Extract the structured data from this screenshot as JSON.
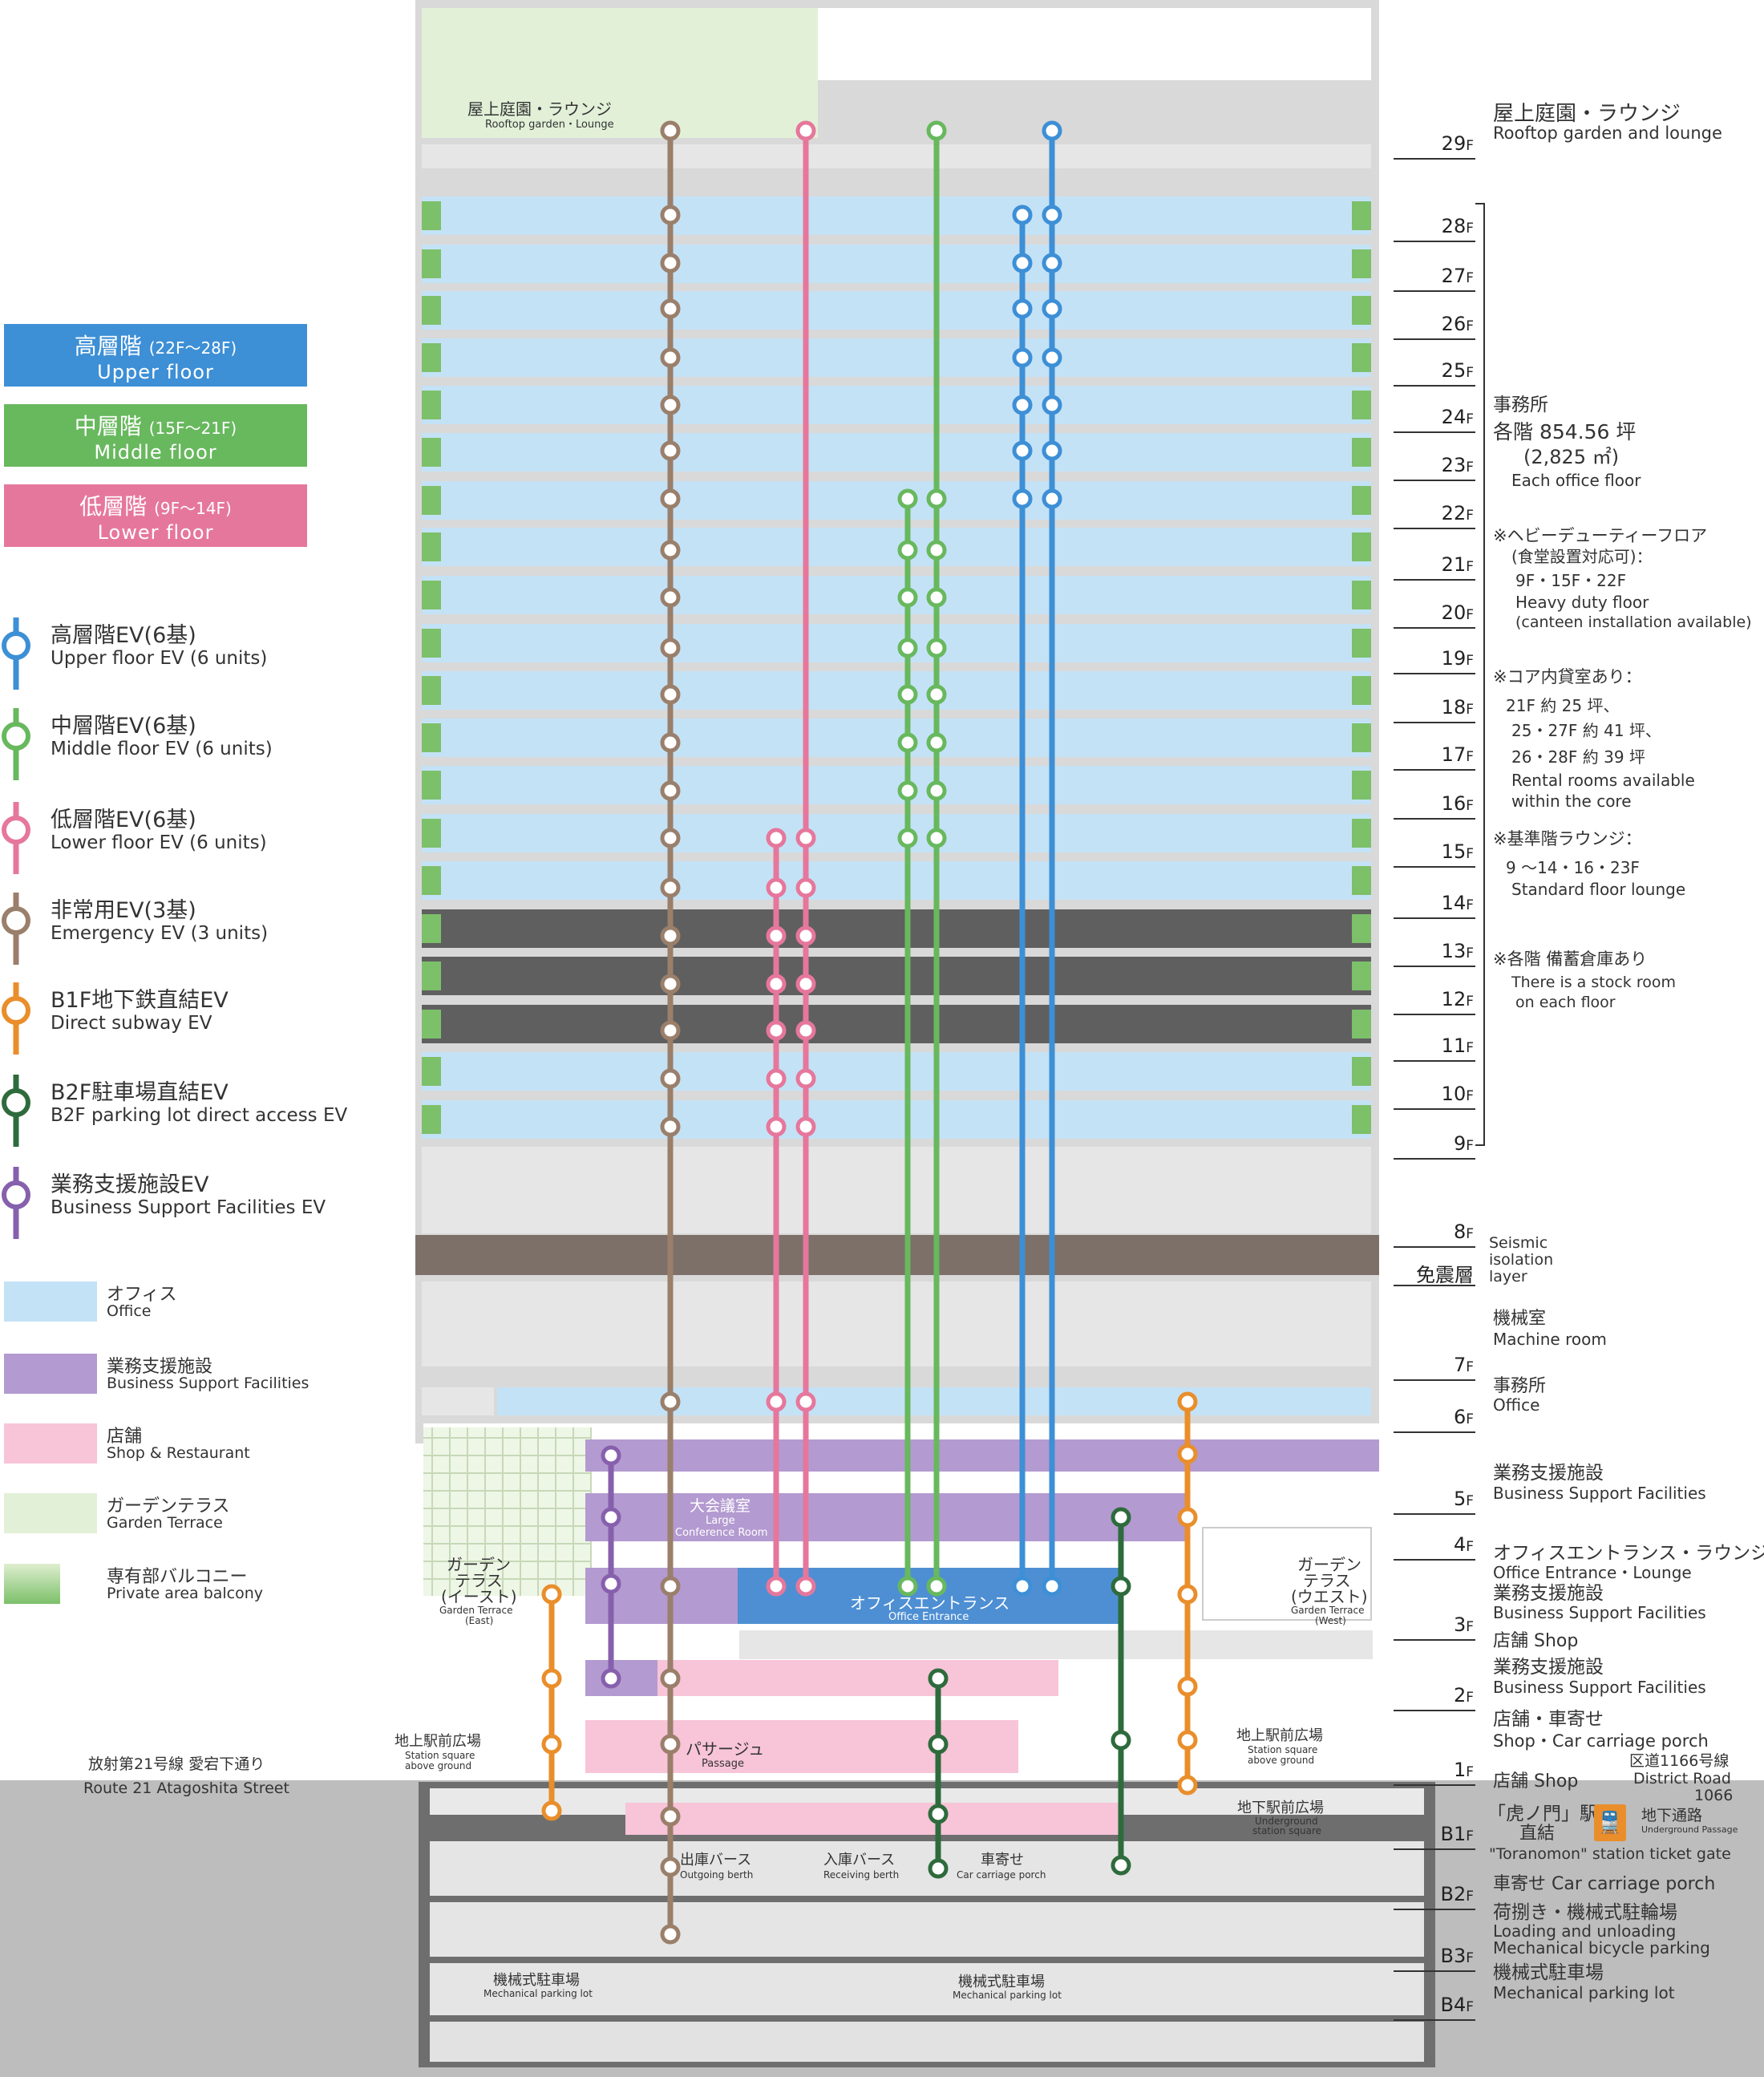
{
  "legend": {
    "zones": [
      {
        "jp": "高層階",
        "range": "(22F〜28F)",
        "en": "Upper floor",
        "color": "#3d8fd6"
      },
      {
        "jp": "中層階",
        "range": "(15F〜21F)",
        "en": "Middle floor",
        "color": "#68b85e"
      },
      {
        "jp": "低層階",
        "range": "(9F〜14F)",
        "en": "Lower floor",
        "color": "#e6779c"
      }
    ],
    "elevators": [
      {
        "jp": "高層階EV(6基)",
        "en": "Upper floor EV (6 units)",
        "color": "#3d8fd6"
      },
      {
        "jp": "中層階EV(6基)",
        "en": "Middle floor EV (6 units)",
        "color": "#68b85e"
      },
      {
        "jp": "低層階EV(6基)",
        "en": "Lower floor EV (6 units)",
        "color": "#e6779c"
      },
      {
        "jp": "非常用EV(3基)",
        "en": "Emergency EV (3 units)",
        "color": "#9a7f6b"
      },
      {
        "jp": "B1F地下鉄直結EV",
        "en": "Direct subway EV",
        "color": "#e98e2b"
      },
      {
        "jp": "B2F駐車場直結EV",
        "en": "B2F parking lot direct access EV",
        "color": "#2e6b3c"
      },
      {
        "jp": "業務支援施設EV",
        "en": "Business Support Facilities EV",
        "color": "#8660ad"
      }
    ],
    "areas": [
      {
        "jp": "オフィス",
        "en": "Office",
        "color": "#c4e2f6"
      },
      {
        "jp": "業務支援施設",
        "en": "Business Support Facilities",
        "color": "#b39ad0"
      },
      {
        "jp": "店舗",
        "en": "Shop & Restaurant",
        "color": "#f7c4d8"
      },
      {
        "jp": "ガーデンテラス",
        "en": "Garden Terrace",
        "color": "#e2f0d8"
      },
      {
        "jp": "専有部バルコニー",
        "en": "Private area balcony",
        "color": "#7cc06a"
      }
    ]
  },
  "floors": [
    {
      "name": "29F",
      "num": "29",
      "suffix": "F"
    },
    {
      "name": "28F",
      "num": "28",
      "suffix": "F"
    },
    {
      "name": "27F",
      "num": "27",
      "suffix": "F"
    },
    {
      "name": "26F",
      "num": "26",
      "suffix": "F"
    },
    {
      "name": "25F",
      "num": "25",
      "suffix": "F"
    },
    {
      "name": "24F",
      "num": "24",
      "suffix": "F"
    },
    {
      "name": "23F",
      "num": "23",
      "suffix": "F"
    },
    {
      "name": "22F",
      "num": "22",
      "suffix": "F"
    },
    {
      "name": "21F",
      "num": "21",
      "suffix": "F"
    },
    {
      "name": "20F",
      "num": "20",
      "suffix": "F"
    },
    {
      "name": "19F",
      "num": "19",
      "suffix": "F"
    },
    {
      "name": "18F",
      "num": "18",
      "suffix": "F"
    },
    {
      "name": "17F",
      "num": "17",
      "suffix": "F"
    },
    {
      "name": "16F",
      "num": "16",
      "suffix": "F"
    },
    {
      "name": "15F",
      "num": "15",
      "suffix": "F"
    },
    {
      "name": "14F",
      "num": "14",
      "suffix": "F"
    },
    {
      "name": "13F",
      "num": "13",
      "suffix": "F"
    },
    {
      "name": "12F",
      "num": "12",
      "suffix": "F"
    },
    {
      "name": "11F",
      "num": "11",
      "suffix": "F"
    },
    {
      "name": "10F",
      "num": "10",
      "suffix": "F"
    },
    {
      "name": "9F",
      "num": "9",
      "suffix": "F"
    },
    {
      "name": "8F",
      "num": "8",
      "suffix": "F"
    },
    {
      "name": "免震層",
      "num": "免震層",
      "suffix": ""
    },
    {
      "name": "7F",
      "num": "7",
      "suffix": "F"
    },
    {
      "name": "6F",
      "num": "6",
      "suffix": "F"
    },
    {
      "name": "5F",
      "num": "5",
      "suffix": "F"
    },
    {
      "name": "4F",
      "num": "4",
      "suffix": "F"
    },
    {
      "name": "3F",
      "num": "3",
      "suffix": "F"
    },
    {
      "name": "2F",
      "num": "2",
      "suffix": "F"
    },
    {
      "name": "1F",
      "num": "1",
      "suffix": "F"
    },
    {
      "name": "B1F",
      "num": "B1",
      "suffix": "F"
    },
    {
      "name": "B2F",
      "num": "B2",
      "suffix": "F"
    },
    {
      "name": "B3F",
      "num": "B3",
      "suffix": "F"
    },
    {
      "name": "B4F",
      "num": "B4",
      "suffix": "F"
    }
  ],
  "notes": {
    "f29_jp": "屋上庭園・ラウンジ",
    "f29_en": "Rooftop garden and lounge",
    "office_jp": "事務所",
    "office_area": "各階 854.56 坪",
    "office_m2": "(2,825 ㎡)",
    "office_en": "Each office floor",
    "heavy_1": "※ヘビーデューティーフロア",
    "heavy_2": "(食堂設置対応可)：",
    "heavy_3": "9F・15F・22F",
    "heavy_4": "Heavy duty floor",
    "heavy_5": "(canteen installation available)",
    "core_1": "※コア内貸室あり：",
    "core_2": "21F 約 25 坪、",
    "core_3": "25・27F 約 41 坪、",
    "core_4": "26・28F 約 39 坪",
    "core_5": "Rental rooms available",
    "core_6": "within the core",
    "lounge_1": "※基準階ラウンジ：",
    "lounge_2": "9 〜14・16・23F",
    "lounge_3": "Standard floor lounge",
    "stock_1": "※各階 備蓄倉庫あり",
    "stock_2": "There is a stock room",
    "stock_3": "on each floor",
    "seismic_1": "Seismic",
    "seismic_2": "isolation",
    "seismic_3": "layer",
    "machine_jp": "機械室",
    "machine_en": "Machine room",
    "f6_jp": "事務所",
    "f6_en": "Office",
    "f5_jp": "業務支援施設",
    "f5_en": "Business Support Facilities",
    "f4_jp": "オフィスエントランス・ラウンジ",
    "f4_en": "Office Entrance・Lounge",
    "f3_jp": "業務支援施設",
    "f3_en": "Business Support Facilities",
    "f3b": "店舗 Shop",
    "f2_jp": "業務支援施設",
    "f2_en": "Business Support Facilities",
    "f1_jp": "店舗・車寄せ",
    "f1_en": "Shop・Car carriage porch",
    "b1_shop": "店舗 Shop",
    "b1_station": "「虎ノ門」駅",
    "b1_direct": "直結",
    "b1_passage_jp": "地下通路",
    "b1_passage_en": "Underground Passage",
    "b1_gate": "\"Toranomon\" station ticket gate",
    "b2": "車寄せ Car carriage porch",
    "b3_jp": "荷捌き・機械式駐輪場",
    "b3_en1": "Loading and unloading",
    "b3_en2": "Mechanical bicycle parking",
    "b4_jp": "機械式駐車場",
    "b4_en": "Mechanical parking lot",
    "road_jp": "区道1166号線",
    "road_en1": "District Road",
    "road_en2": "1066",
    "street_jp": "放射第21号線 愛宕下通り",
    "street_en": "Route 21 Atagoshita Street"
  },
  "labels": {
    "rooftop_jp": "屋上庭園・ラウンジ",
    "rooftop_en": "Rooftop garden・Lounge",
    "conf_jp": "大会議室",
    "conf_en1": "Large",
    "conf_en2": "Conference Room",
    "entrance_jp": "オフィスエントランス",
    "entrance_en": "Office Entrance",
    "ge_jp1": "ガーデン",
    "ge_jp2": "テラス",
    "ge_jp3": "(イースト)",
    "ge_en1": "Garden Terrace",
    "ge_en2": "(East)",
    "gw_jp1": "ガーデン",
    "gw_jp2": "テラス",
    "gw_jp3": "(ウエスト)",
    "gw_en1": "Garden Terrace",
    "gw_en2": "(West)",
    "passage_jp": "パサージュ",
    "passage_en": "Passage",
    "sq_jp": "地上駅前広場",
    "sq_en1": "Station square",
    "sq_en2": "above ground",
    "usq_jp": "地下駅前広場",
    "usq_en1": "Underground",
    "usq_en2": "station square",
    "out_jp": "出庫バース",
    "out_en": "Outgoing berth",
    "recv_jp": "入庫バース",
    "recv_en": "Receiving berth",
    "porch_jp": "車寄せ",
    "porch_en": "Car carriage porch",
    "mp_jp": "機械式駐車場",
    "mp_en": "Mechanical parking lot"
  }
}
